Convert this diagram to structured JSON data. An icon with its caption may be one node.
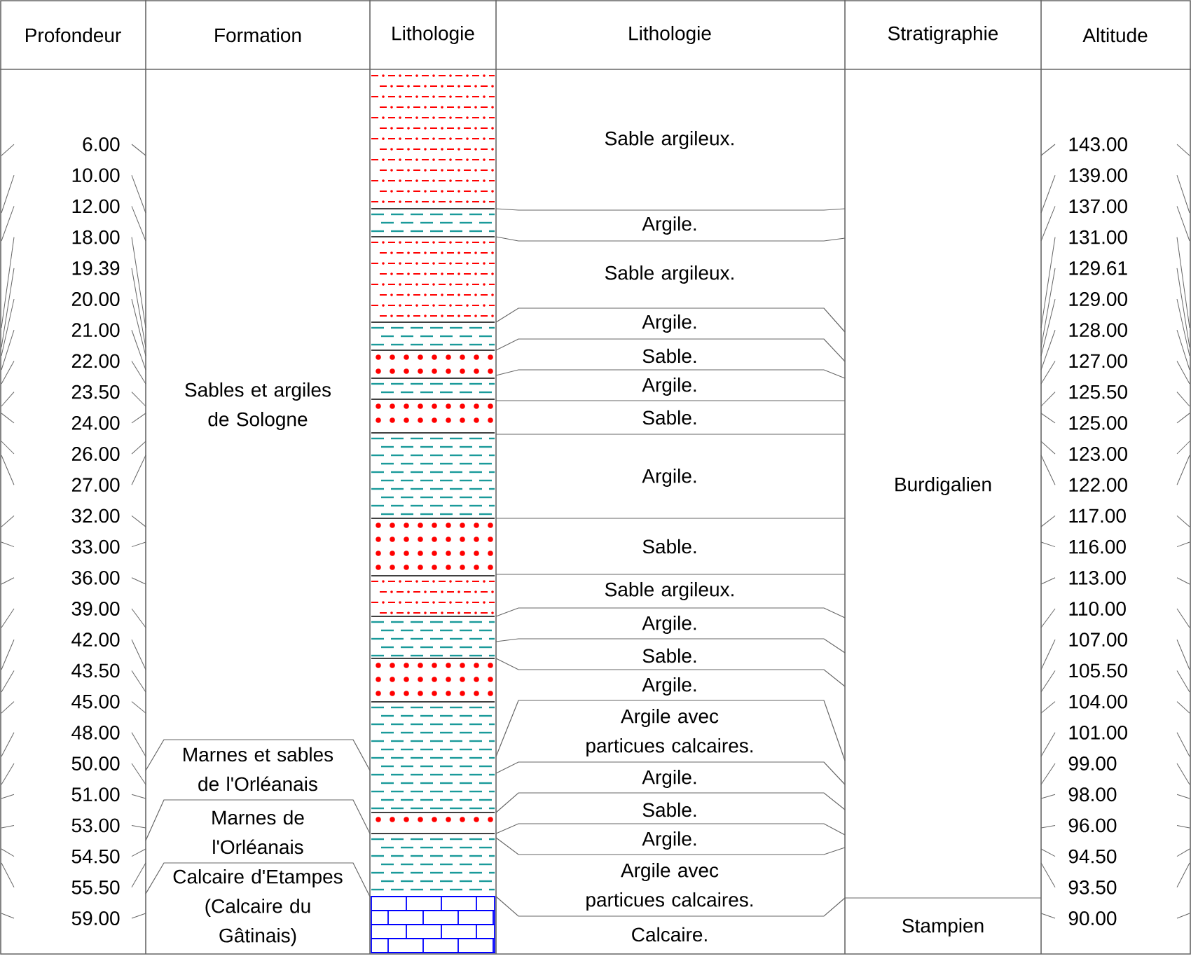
{
  "diagram": {
    "labels": [
      "Profondeur",
      "Formation",
      "Lithologie",
      "Lithologie",
      "Stratigraphie",
      "Altitude",
      "6.00",
      "10.00",
      "12.00",
      "18.00",
      "19.39",
      "20.00",
      "21.00",
      "22.00",
      "23.50",
      "24.00",
      "26.00",
      "27.00",
      "32.00",
      "33.00",
      "36.00",
      "39.00",
      "42.00",
      "43.50",
      "45.00",
      "48.00",
      "50.00",
      "51.00",
      "53.00",
      "54.50",
      "55.50",
      "59.00",
      "Sables et argiles de Sologne",
      "Marnes et sables de l'Orléanais",
      "Marnes de l'Orléanais",
      "Calcaire d'Etampes (Calcaire du Gâtinais)",
      "Sable argileux.",
      "Argile.",
      "Sable argileux.",
      "Argile.",
      "Sable.",
      "Argile.",
      "Sable.",
      "Argile.",
      "Sable.",
      "Sable argileux.",
      "Argile.",
      "Sable.",
      "Argile.",
      "Argile avec particues calcaires.",
      "Argile.",
      "Sable.",
      "Argile.",
      "Argile avec particues calcaires.",
      "Calcaire.",
      "Burdigalien",
      "Stampien",
      "143.00",
      "139.00",
      "137.00",
      "131.00",
      "129.61",
      "129.00",
      "128.00",
      "127.00",
      "125.50",
      "125.00",
      "123.00",
      "122.00",
      "117.00",
      "116.00",
      "113.00",
      "110.00",
      "107.00",
      "105.50",
      "104.00",
      "101.00",
      "99.00",
      "98.00",
      "96.00",
      "94.50",
      "93.50",
      "90.00"
    ]
  }
}
